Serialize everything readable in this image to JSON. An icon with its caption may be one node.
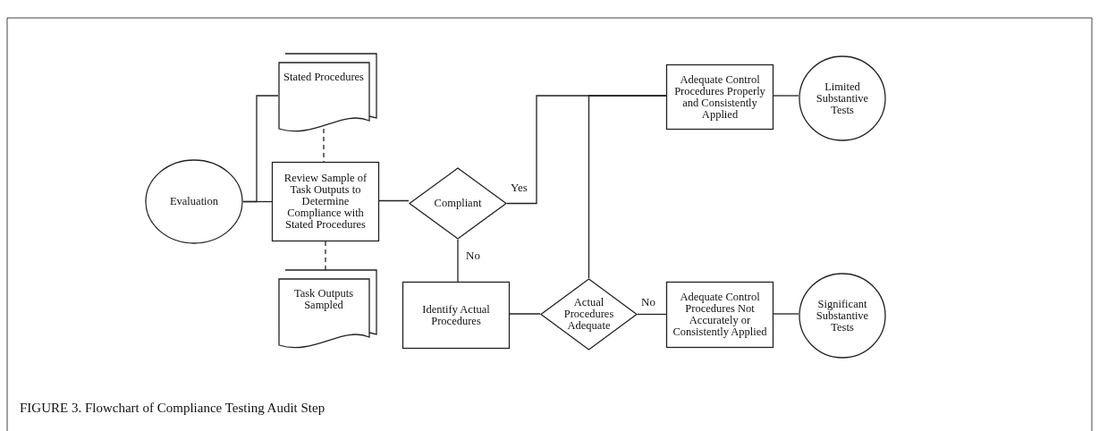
{
  "diagram": {
    "caption": "FIGURE 3. Flowchart of Compliance Testing Audit Step",
    "nodes": [
      {
        "text": [
          "Evaluation"
        ]
      },
      {
        "text": [
          "Stated Procedures"
        ]
      },
      {
        "text": [
          "Review Sample of Task Outputs to Determine Compliance with Stated Procedures"
        ]
      },
      {
        "text": [
          "Compliant"
        ]
      },
      {
        "text": [
          "Task Outputs Sampled"
        ]
      },
      {
        "text": [
          "Identify Actual Procedures"
        ]
      },
      {
        "text": [
          "Actual Procedures Adequate"
        ]
      },
      {
        "text": [
          "Adequate Control Procedures Properly and Consistently Applied"
        ]
      },
      {
        "text": [
          "Limited Substantive Tests"
        ]
      },
      {
        "text": [
          "Adequate Control Procedures Not Accurately or Consistently Applied"
        ]
      },
      {
        "text": [
          "Significant Substantive Tests"
        ]
      }
    ],
    "edges": [
      {
        "from": 0,
        "to": 2,
        "arrow": "none"
      },
      {
        "from": 0,
        "to": 1,
        "arrow": "none"
      },
      {
        "from": 1,
        "to": 2,
        "arrow": "none",
        "style": "dashed"
      },
      {
        "from": 2,
        "to": 4,
        "arrow": "none",
        "style": "dashed"
      },
      {
        "from": 2,
        "to": 3,
        "arrow": "none"
      },
      {
        "from": 3,
        "to": 7,
        "arrow": "none",
        "label": "Yes"
      },
      {
        "from": 3,
        "to": 5,
        "arrow": "none",
        "label": "No"
      },
      {
        "from": 5,
        "to": 6,
        "arrow": "none"
      },
      {
        "from": 6,
        "to": 7,
        "arrow": "none"
      },
      {
        "from": 6,
        "to": 9,
        "arrow": "none",
        "label": "No"
      },
      {
        "from": 7,
        "to": 8,
        "arrow": "none"
      },
      {
        "from": 9,
        "to": 10,
        "arrow": "none"
      }
    ]
  }
}
